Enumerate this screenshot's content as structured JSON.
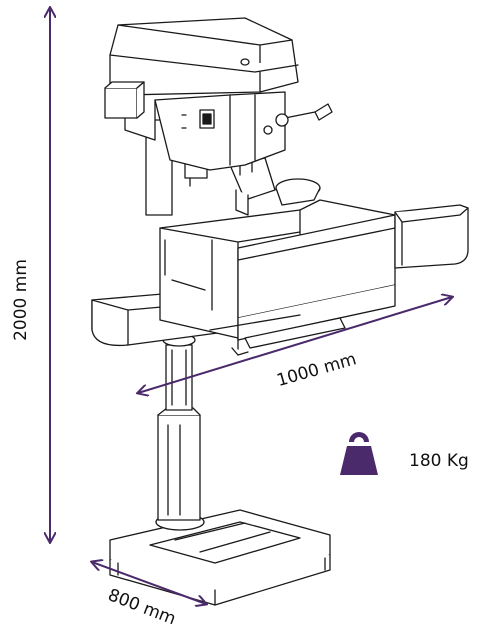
{
  "dimensions": {
    "height": "2000 mm",
    "width": "1000 mm",
    "depth": "800 mm"
  },
  "weight": {
    "value": "180 Kg",
    "icon": "weight-icon"
  },
  "colors": {
    "accent": "#4b2a6b",
    "line": "#1a1a1a"
  }
}
